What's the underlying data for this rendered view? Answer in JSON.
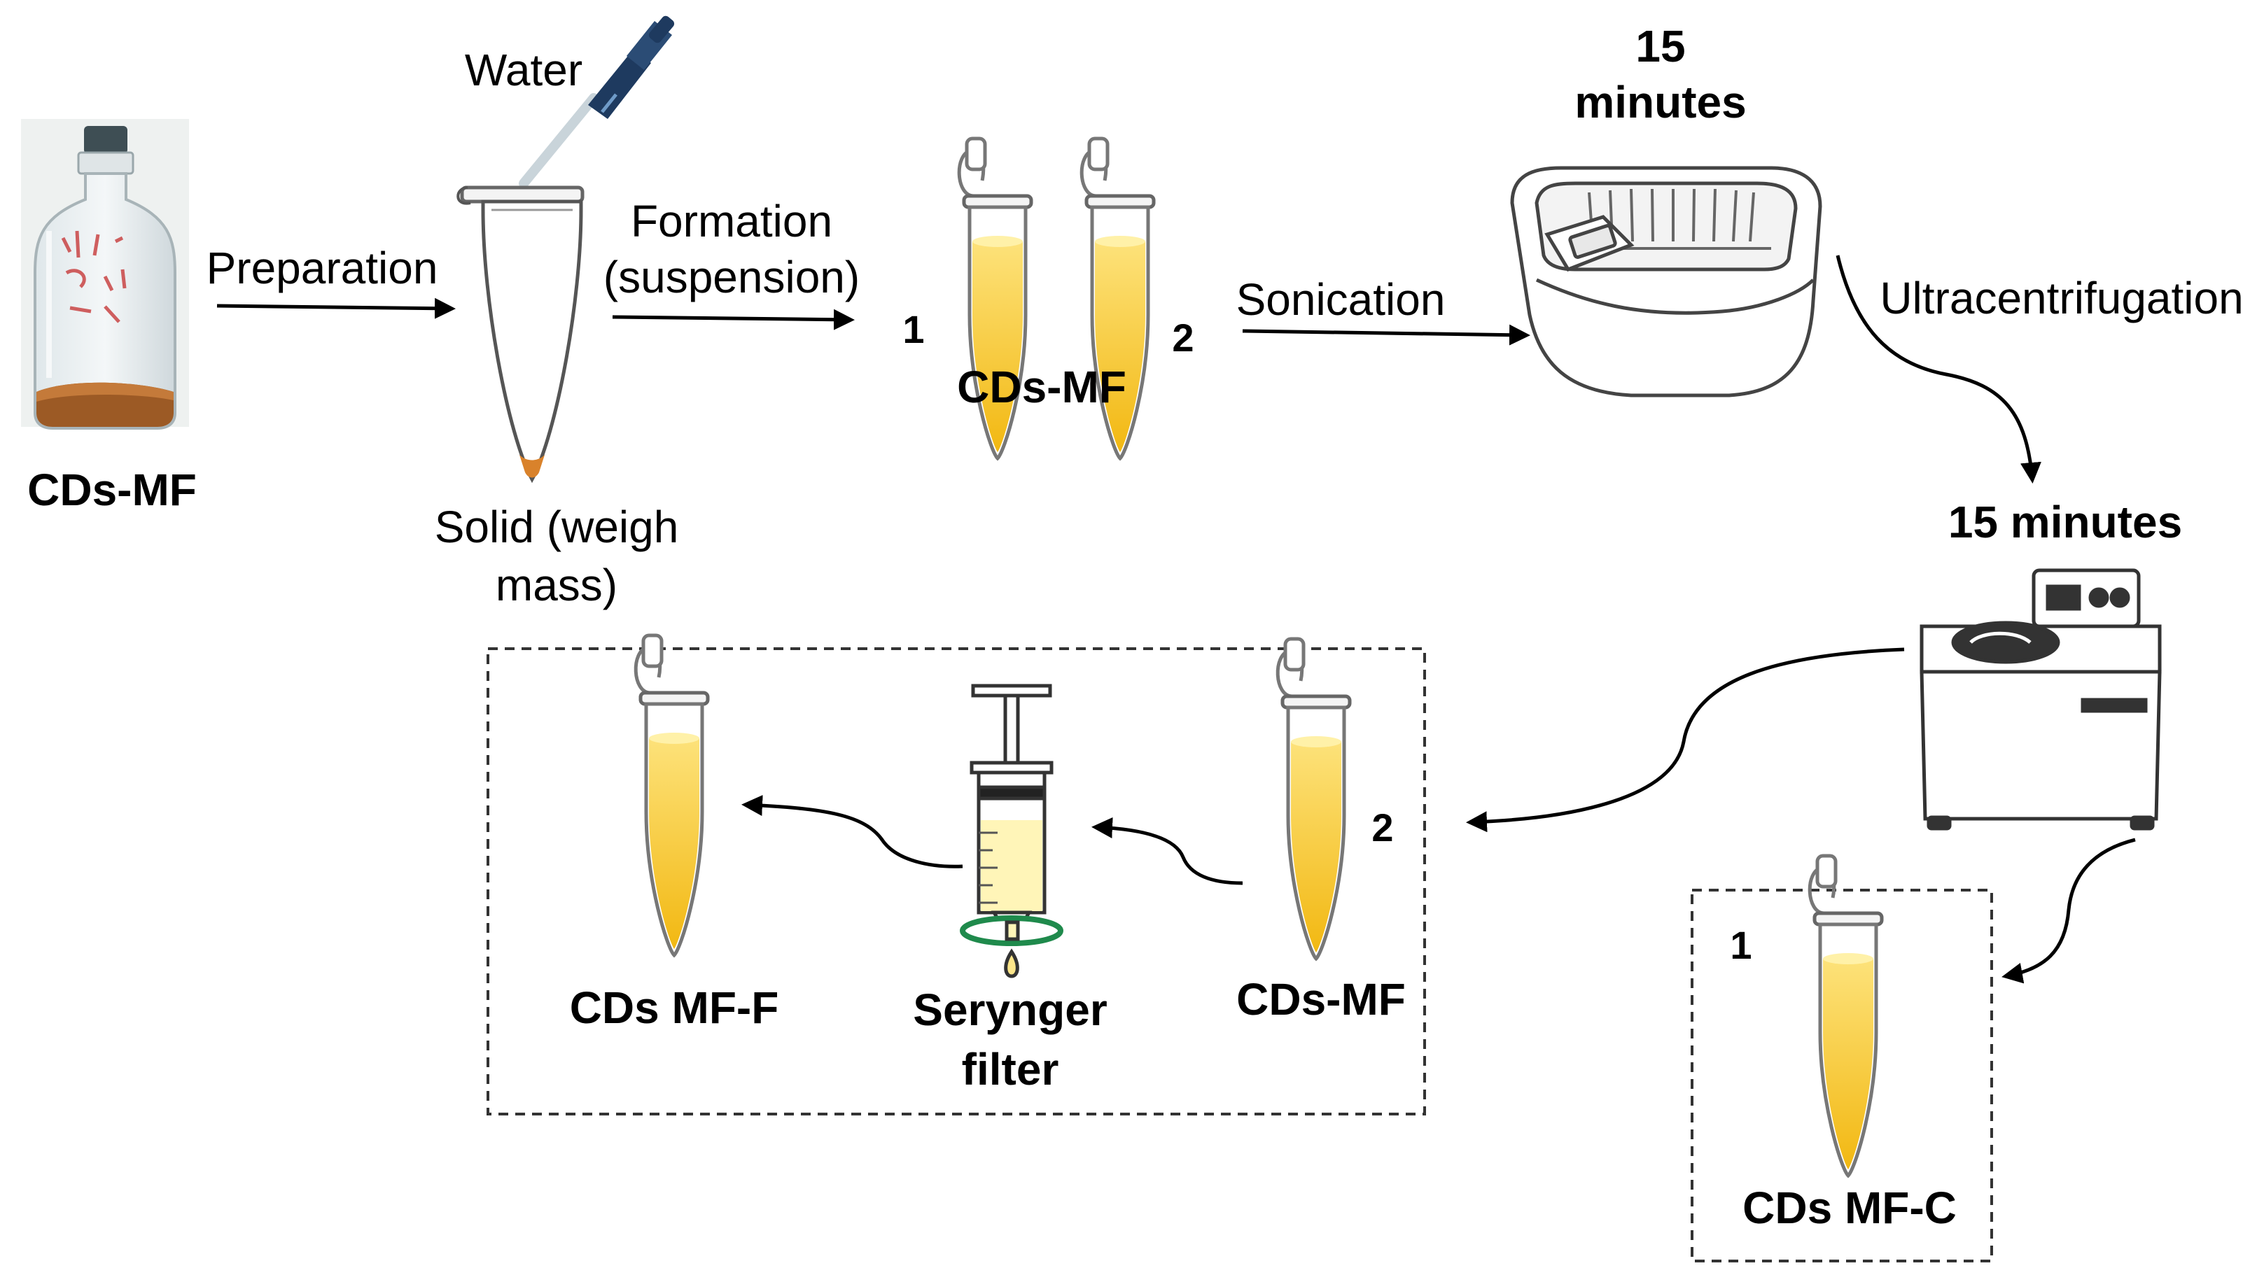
{
  "labels": {
    "vial": "CDs-MF",
    "water": "Water",
    "preparation": "Preparation",
    "solid": "Solid (weigh mass)",
    "formation_line1": "Formation",
    "formation_line2": "(suspension)",
    "tube_num_1": "1",
    "tube_num_2": "2",
    "cds_mf_pair": "CDs-MF",
    "sonication": "Sonication",
    "sonication_time": "15 minutes",
    "ultracentrifugation": "Ultracentrifugation",
    "centrifuge_time": "15 minutes",
    "filtered_product": "CDs MF-F",
    "syringe_filter": "Serynger filter",
    "cds_mf_input": "CDs-MF",
    "input_num": "2",
    "pellet_num": "1",
    "centrifuged_product": "CDs MF-C"
  },
  "colors": {
    "liquid": "#f6c82b",
    "liquid_light": "#fde68a",
    "pipette": "#1e3a5f",
    "filter_ring": "#1f8a4c",
    "sediment": "#d9822b",
    "dashed_box": "#333333"
  }
}
